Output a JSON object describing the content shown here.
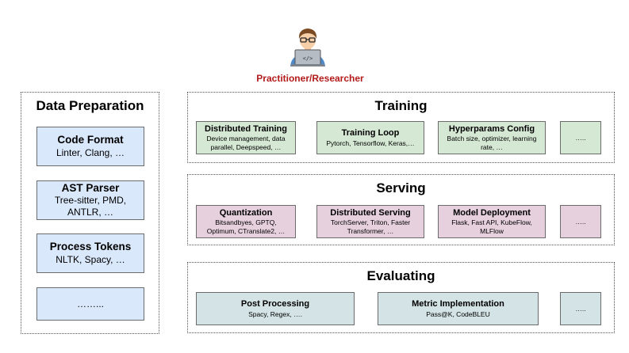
{
  "header": {
    "icon": "developer-with-laptop-icon",
    "label": "Practitioner/Researcher"
  },
  "data_preparation": {
    "title": "Data Preparation",
    "items": [
      {
        "title": "Code Format",
        "subtitle": "Linter, Clang, …"
      },
      {
        "title": "AST Parser",
        "subtitle": "Tree-sitter, PMD, ANTLR, …"
      },
      {
        "title": "Process Tokens",
        "subtitle": "NLTK, Spacy, …"
      },
      {
        "title": "",
        "subtitle": "……..."
      }
    ]
  },
  "training": {
    "title": "Training",
    "items": [
      {
        "title": "Distributed Training",
        "subtitle": "Device management, data parallel, Deepspeed, …"
      },
      {
        "title": "Training Loop",
        "subtitle": "Pytorch, Tensorflow, Keras,…"
      },
      {
        "title": "Hyperparams Config",
        "subtitle": "Batch size, optimizer, learning rate, …"
      },
      {
        "title": "",
        "subtitle": "….."
      }
    ]
  },
  "serving": {
    "title": "Serving",
    "items": [
      {
        "title": "Quantization",
        "subtitle": "Bitsandbyes, GPTQ, Optimum, CTranslate2, …"
      },
      {
        "title": "Distributed Serving",
        "subtitle": "TorchServer, Triton, Faster Transformer, …"
      },
      {
        "title": "Model Deployment",
        "subtitle": "Flask, Fast API, KubeFlow, MLFlow"
      },
      {
        "title": "",
        "subtitle": "….."
      }
    ]
  },
  "evaluating": {
    "title": "Evaluating",
    "items": [
      {
        "title": "Post Processing",
        "subtitle": "Spacy, Regex, …."
      },
      {
        "title": "Metric Implementation",
        "subtitle": "Pass@K, CodeBLEU"
      },
      {
        "title": "",
        "subtitle": "….."
      }
    ]
  },
  "colors": {
    "researcher_label": "#b31b1b",
    "training_box": "#d5e8d4",
    "serving_box": "#e6d0de",
    "evaluating_box": "#d4e3e5",
    "data_prep_box": "#dae8fc"
  }
}
